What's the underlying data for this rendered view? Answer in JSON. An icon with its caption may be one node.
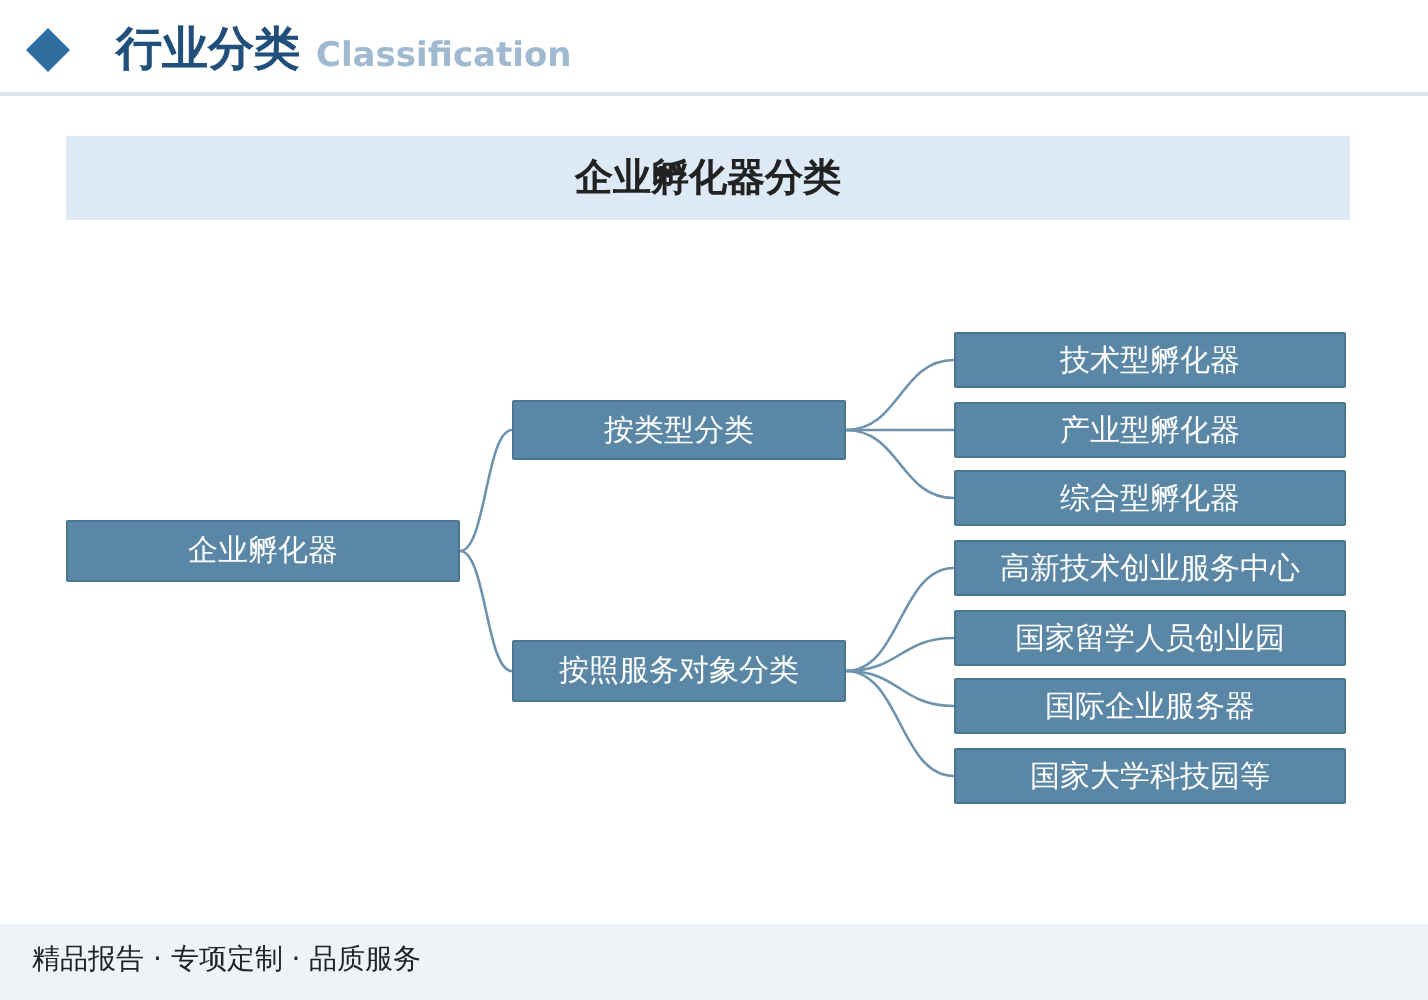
{
  "diagram": {
    "title": "企业孵化器分类",
    "nodes": [
      {
        "text": [
          "企业孵化器"
        ]
      },
      {
        "text": [
          "按类型分类"
        ]
      },
      {
        "text": [
          "按照服务对象分类"
        ]
      },
      {
        "text": [
          "技术型孵化器"
        ]
      },
      {
        "text": [
          "产业型孵化器"
        ]
      },
      {
        "text": [
          "综合型孵化器"
        ]
      },
      {
        "text": [
          "高新技术创业服务中心"
        ]
      },
      {
        "text": [
          "国家留学人员创业园"
        ]
      },
      {
        "text": [
          "国际企业服务器"
        ]
      },
      {
        "text": [
          "国家大学科技园等"
        ]
      }
    ],
    "edges": [
      {
        "from": 0,
        "to": 1,
        "arrow": "none"
      },
      {
        "from": 0,
        "to": 2,
        "arrow": "none"
      },
      {
        "from": 1,
        "to": 3,
        "arrow": "none"
      },
      {
        "from": 1,
        "to": 4,
        "arrow": "none"
      },
      {
        "from": 1,
        "to": 5,
        "arrow": "none"
      },
      {
        "from": 2,
        "to": 6,
        "arrow": "none"
      },
      {
        "from": 2,
        "to": 7,
        "arrow": "none"
      },
      {
        "from": 2,
        "to": 8,
        "arrow": "none"
      },
      {
        "from": 2,
        "to": 9,
        "arrow": "none"
      }
    ],
    "labels": [
      "行业分类",
      "Classification",
      "精品报告 · 专项定制 · 品质服务"
    ]
  }
}
